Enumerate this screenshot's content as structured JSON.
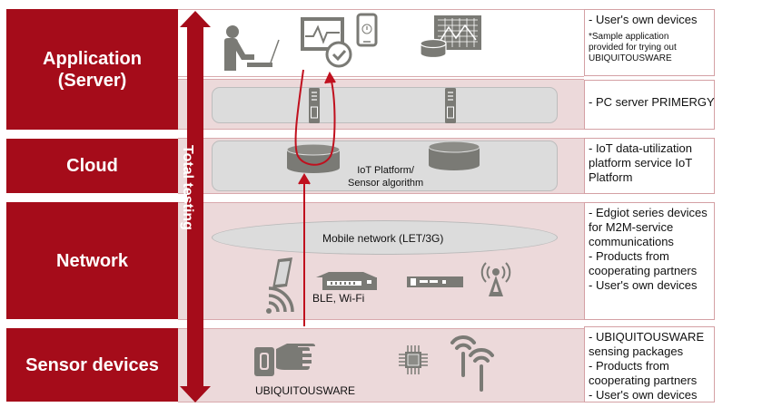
{
  "layers": [
    {
      "name": "Application\n(Server)",
      "line1": "Application",
      "line2": "(Server)"
    },
    {
      "name": "Cloud"
    },
    {
      "name": "Network"
    },
    {
      "name": "Sensor devices"
    }
  ],
  "total_testing_label": "Total testing",
  "diagram": {
    "cloud_label_line1": "IoT Platform/",
    "cloud_label_line2": "Sensor algorithm",
    "mobile_network_label": "Mobile network (LET/3G)",
    "ble_wifi_label": "BLE, Wi-Fi",
    "sensor_label": "UBIQUITOUSWARE"
  },
  "descriptions": {
    "application": {
      "line": "- User's own devices",
      "note": [
        "*Sample application",
        "provided for trying out",
        "UBIQUITOUSWARE"
      ]
    },
    "server": {
      "line": "- PC server PRIMERGY"
    },
    "cloud": {
      "lines": [
        "- IoT data-utilization",
        "platform service IoT",
        "Platform"
      ]
    },
    "network": {
      "lines": [
        "- Edgiot series devices",
        "for M2M-service",
        "communications",
        "- Products from",
        "cooperating partners",
        "- User's own devices"
      ]
    },
    "sensor": {
      "lines": [
        "- UBIQUITOUSWARE",
        "sensing packages",
        "- Products from",
        "cooperating partners",
        "- User's own devices"
      ]
    }
  },
  "colors": {
    "brand_red": "#a50c1a",
    "band_pink": "#ecd9da",
    "icon_gray": "#7a7a75",
    "flow_red": "#c0101e"
  }
}
